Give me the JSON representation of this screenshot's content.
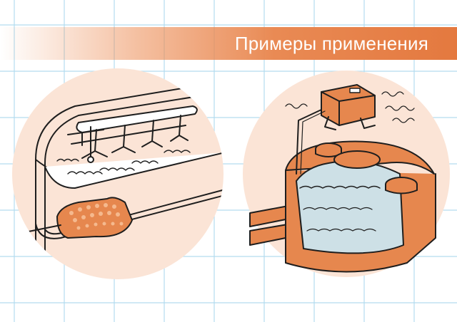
{
  "header": {
    "title": "Примеры применения"
  },
  "colors": {
    "grid_line": "#b3dcef",
    "banner": "#e98a54",
    "circle_fill": "#fbe4d6",
    "accent_orange": "#e6874e",
    "water": "#cde0e6",
    "outline": "#1e1e1e"
  },
  "illustrations": [
    {
      "name": "aeration-tank-with-diffusers"
    },
    {
      "name": "septic-tank-with-compressor"
    }
  ]
}
